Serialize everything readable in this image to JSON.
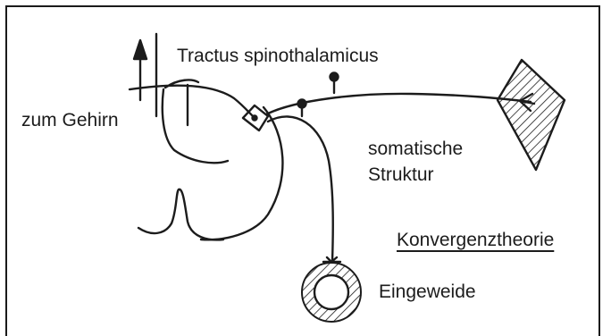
{
  "labels": {
    "tract": "Tractus spinothalamicus",
    "brain": "zum Gehirn",
    "somatic_line1": "somatische",
    "somatic_line2": "Struktur",
    "theory": "Konvergenztheorie",
    "viscera": "Eingeweide"
  },
  "colors": {
    "ink": "#1c1c1c",
    "background": "#ffffff"
  }
}
